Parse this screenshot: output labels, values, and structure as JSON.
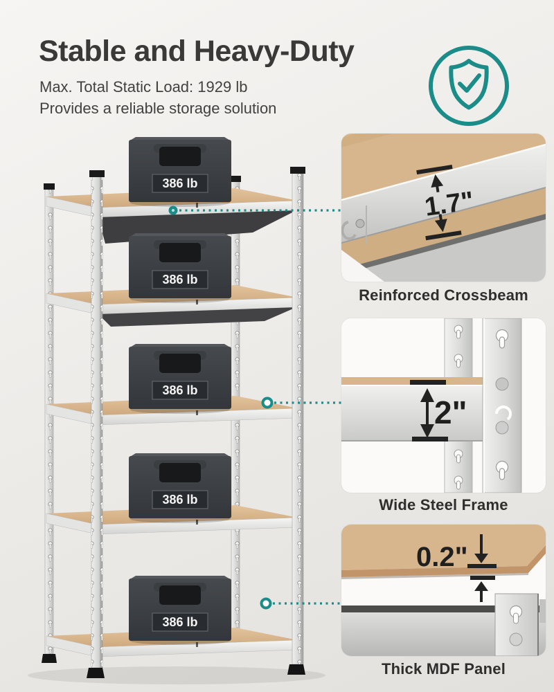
{
  "header": {
    "title": "Stable and Heavy-Duty",
    "subtitle_line1": "Max. Total Static Load: 1929 lb",
    "subtitle_line2": "Provides a reliable storage solution"
  },
  "badge": {
    "icon": "shield-check"
  },
  "shelf": {
    "tier_count": 5,
    "weight_label": "386 lb"
  },
  "callouts": {
    "crossbeam": {
      "caption": "Reinforced Crossbeam",
      "measurement": "1.7\""
    },
    "frame": {
      "caption": "Wide Steel Frame",
      "measurement": "2\""
    },
    "panel": {
      "caption": "Thick MDF Panel",
      "measurement": "0.2\""
    }
  },
  "colors": {
    "accent_teal": "#1b8c88",
    "mdf_tan": "#d9b88e",
    "title_text": "#3a3938"
  }
}
